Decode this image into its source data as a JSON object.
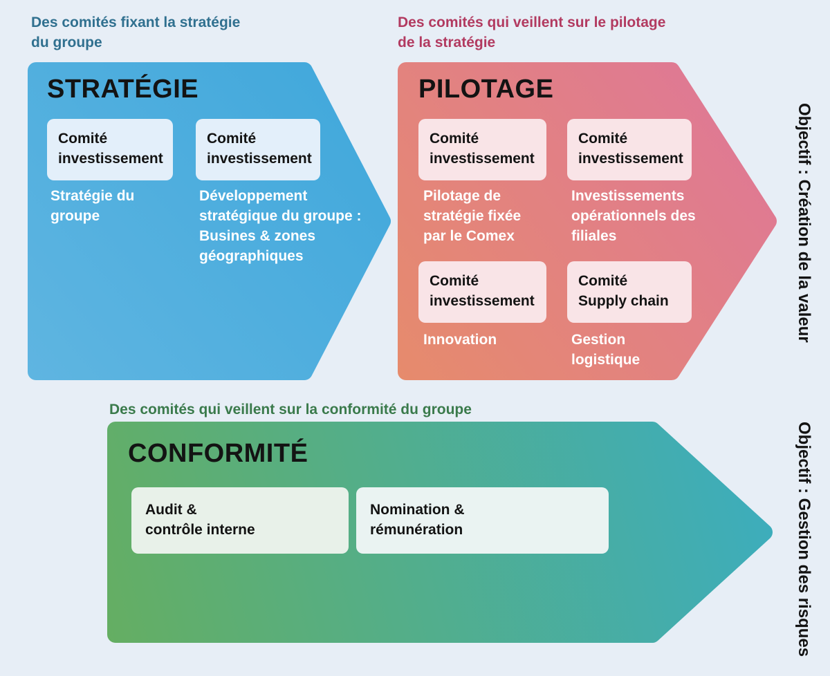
{
  "colors": {
    "background": "#E7EEF6",
    "strategy_gradient_start": "#5FB5E1",
    "strategy_gradient_end": "#3FA7DB",
    "strategy_eyebrow_text": "#30708F",
    "strategy_box_bg": "#E3EFFA",
    "pilotage_gradient_start": "#E68B6C",
    "pilotage_gradient_end": "#DE7799",
    "pilotage_eyebrow_text": "#B23A60",
    "pilotage_box_bg": "#F9E4E7",
    "conformite_gradient_start": "#65AE62",
    "conformite_gradient_end": "#3CADBE",
    "conformite_eyebrow_text": "#3A7A4B",
    "conformite_box_bg": "#E9F1EC",
    "title_text": "#131313",
    "caption_text": "#FFFFFF"
  },
  "sections": {
    "strategy": {
      "eyebrow": "Des comités fixant la stratégie\ndu groupe",
      "title": "STRATÉGIE",
      "committees": [
        {
          "box": "Comité\ninvestissement",
          "caption": "Stratégie du\ngroupe"
        },
        {
          "box": "Comité\ninvestissement",
          "caption": "Développement\nstratégique du groupe :\nBusines & zones\ngéographiques"
        }
      ]
    },
    "pilotage": {
      "eyebrow": "Des comités qui veillent sur le pilotage\nde la stratégie",
      "title": "PILOTAGE",
      "committees": [
        {
          "box": "Comité\ninvestissement",
          "caption": "Pilotage de\nstratégie fixée\npar le Comex"
        },
        {
          "box": "Comité\ninvestissement",
          "caption": "Investissements\nopérationnels des\nfiliales"
        },
        {
          "box": "Comité\ninvestissement",
          "caption": "Innovation"
        },
        {
          "box": "Comité\nSupply chain",
          "caption": "Gestion\nlogistique"
        }
      ]
    },
    "conformite": {
      "eyebrow": "Des comités qui veillent sur la conformité du groupe",
      "title": "CONFORMITÉ",
      "committees": [
        {
          "box": "Audit &\ncontrôle interne"
        },
        {
          "box": "Nomination &\nrémunération"
        }
      ]
    }
  },
  "objectives": [
    {
      "label": "Objectif : Création de la valeur"
    },
    {
      "label": "Objectif : Gestion des risques"
    }
  ]
}
